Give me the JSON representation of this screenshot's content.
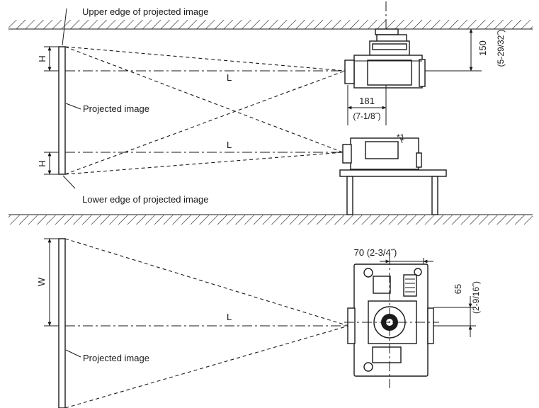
{
  "labels": {
    "upper_edge": "Upper edge of projected image",
    "lower_edge": "Lower edge of projected image",
    "projected_image_1": "Projected image",
    "projected_image_2": "Projected image",
    "h_top": "H",
    "h_bottom": "H",
    "w": "W",
    "l_top": "L",
    "l_mid": "L",
    "l_bottom": "L",
    "note_1": "*1"
  },
  "dimensions": {
    "ceiling_offset": "150",
    "ceiling_offset_in": "(5-29/32˝)",
    "lens_depth": "181",
    "lens_depth_in": "(7-1/8˝)",
    "lens_side_offset": "70 (2-3/4˝)",
    "lens_center_offset": "65",
    "lens_center_offset_in": "(2-9/16˝)"
  }
}
